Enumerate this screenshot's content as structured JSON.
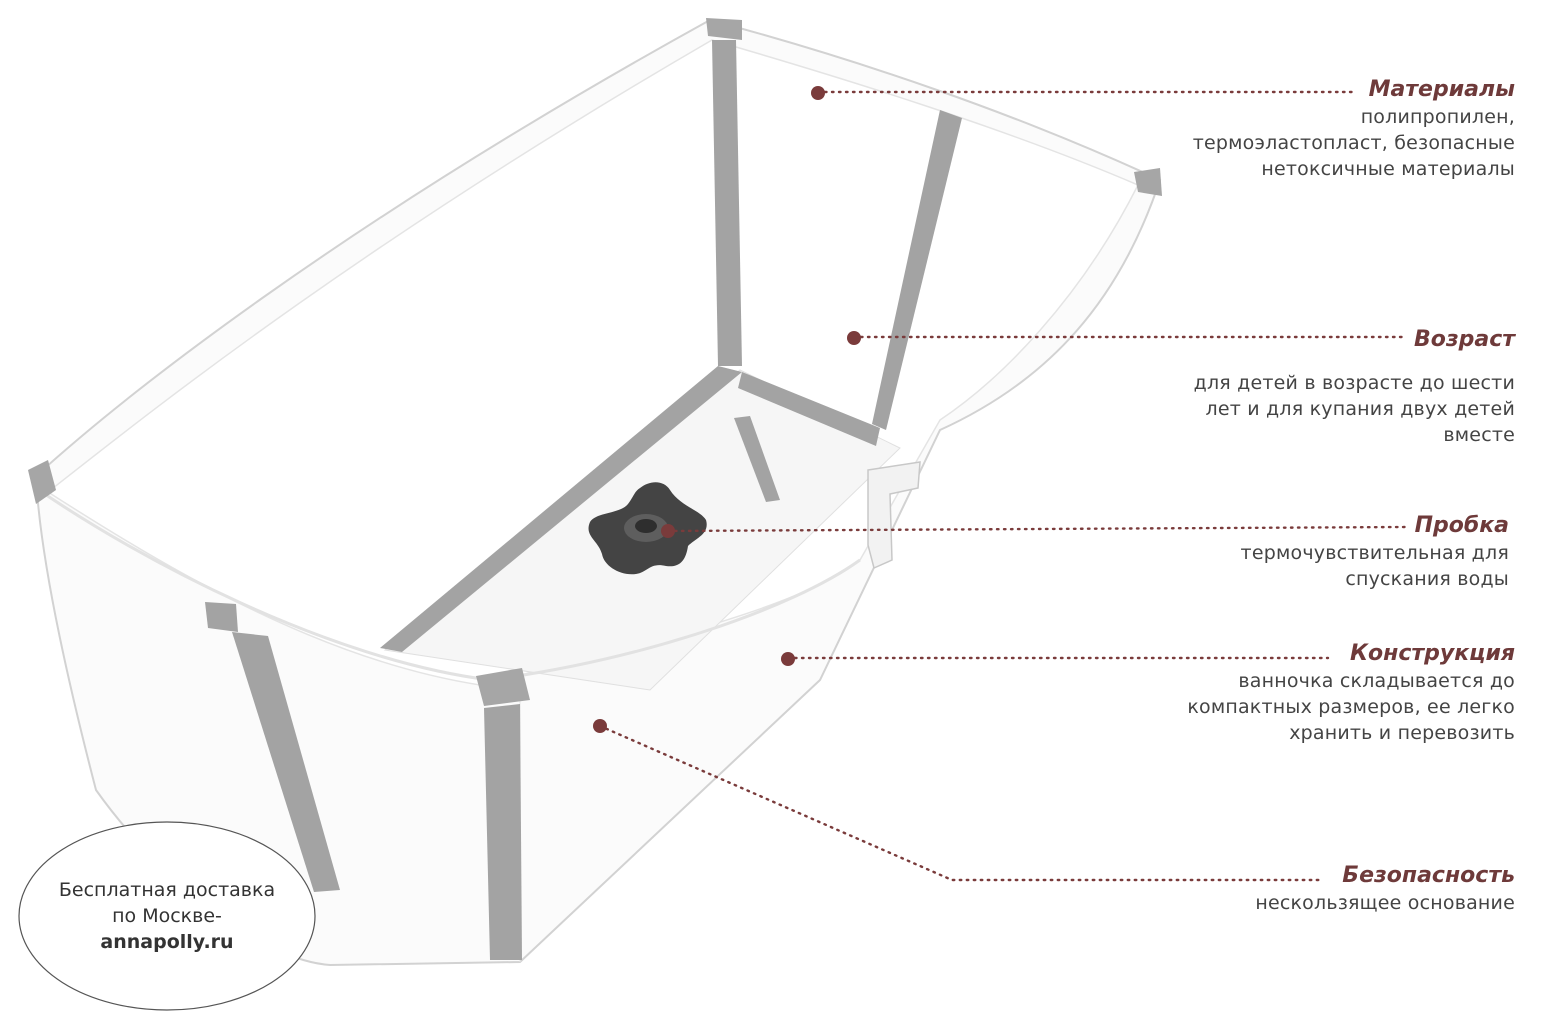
{
  "colors": {
    "accent": "#6e3a3a",
    "dot": "#7a3b3b",
    "text": "#444444",
    "strap": "#9e9e9e",
    "tub_outline": "#cfcfcf"
  },
  "features": [
    {
      "title": "Материалы",
      "lines": [
        "полипропилен,",
        "термоэластопласт, безопасные",
        "нетоксичные материалы"
      ]
    },
    {
      "title": "Возраст",
      "lines": [
        "для детей в возрасте до шести",
        "лет и для купания двух детей",
        "вместе"
      ]
    },
    {
      "title": "Пробка",
      "lines": [
        "термочувствительная для",
        "спускания воды"
      ]
    },
    {
      "title": "Конструкция",
      "lines": [
        "ванночка складывается до",
        "компактных размеров, ее легко",
        "хранить и перевозить"
      ]
    },
    {
      "title": "Безопасность",
      "lines": [
        "нескользящее основание"
      ]
    }
  ],
  "promo": {
    "line1": "Бесплатная доставка",
    "line2": "по Москве-",
    "site": "annapolly.ru"
  },
  "icons": {
    "product": "baby-bath-tub-icon",
    "drain": "drain-plug-icon"
  }
}
